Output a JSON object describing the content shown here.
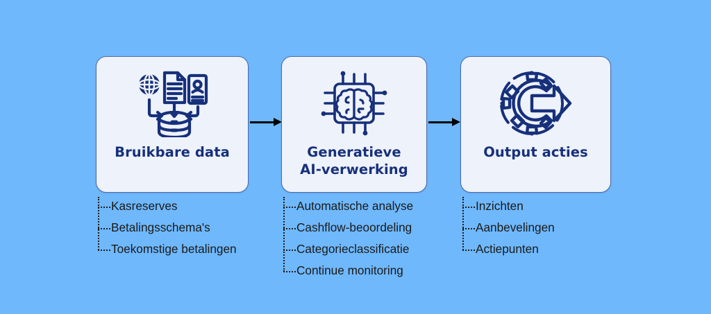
{
  "page": {
    "background_color": "#6fb8fc",
    "card_background": "#eef2fb",
    "card_border_color": "#4b6aa8",
    "title_color": "#17307b",
    "bullet_text_color": "#1a1a1a",
    "icon_color": "#17307b",
    "arrow_color": "#000000"
  },
  "columns": [
    {
      "id": "usable-data",
      "icon": "data-sources-database-icon",
      "title": "Bruikbare data",
      "bullets": [
        "Kasreserves",
        "Betalingsschema's",
        "Toekomstige betalingen"
      ]
    },
    {
      "id": "generative-ai-processing",
      "icon": "ai-chip-brain-icon",
      "title": "Generatieve\nAI-verwerking",
      "title_line_1": "Generatieve",
      "title_line_2": "AI-verwerking",
      "bullets": [
        "Automatische analyse",
        "Cashflow-beoordeling",
        "Categorieclassificatie",
        "Continue monitoring"
      ]
    },
    {
      "id": "output-actions",
      "icon": "gear-arrow-output-icon",
      "title": "Output acties",
      "bullets": [
        "Inzichten",
        "Aanbevelingen",
        "Actiepunten"
      ]
    }
  ],
  "connectors": [
    {
      "id": "arrow-1",
      "from": "usable-data",
      "to": "generative-ai-processing",
      "style": "solid-arrow-right"
    },
    {
      "id": "arrow-2",
      "from": "generative-ai-processing",
      "to": "output-actions",
      "style": "solid-arrow-right"
    }
  ]
}
